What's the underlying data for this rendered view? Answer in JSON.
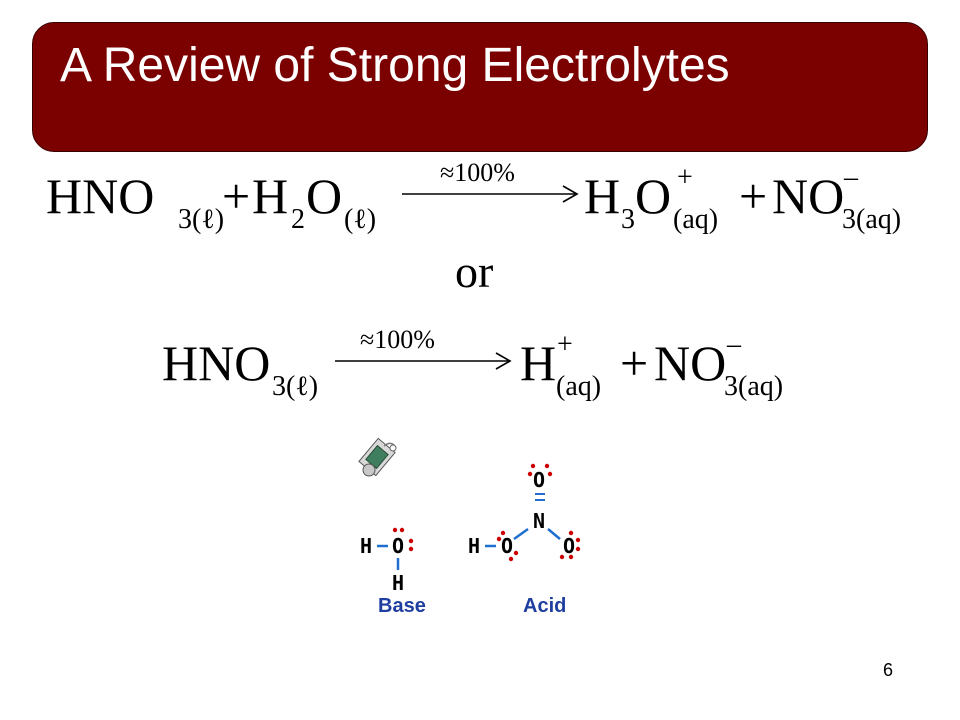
{
  "slide": {
    "title": "A Review of Strong Electrolytes",
    "page_number": "6",
    "colors": {
      "title_bg": "#7b0000",
      "title_text": "#ffffff",
      "lone_pair": "#cc0000",
      "bond_blue": "#1f6fd0"
    }
  },
  "equation1": {
    "reactant1": "HNO",
    "reactant1_sub": "3(ℓ)",
    "plus1": "+",
    "reactant2_a": "H",
    "reactant2_sub": "2",
    "reactant2_b": "O",
    "reactant2_state": "(ℓ)",
    "arrow_label": "≈100%",
    "product1_a": "H",
    "product1_sub": "3",
    "product1_b": "O",
    "product1_sup": "+",
    "product1_state": "(aq)",
    "plus2": "+",
    "product2": "NO",
    "product2_sup": "–",
    "product2_sub": "3(aq)"
  },
  "or_text": "or",
  "equation2": {
    "reactant": "HNO",
    "reactant_sub": "3(ℓ)",
    "arrow_label": "≈100%",
    "product1": "H",
    "product1_sup": "+",
    "product1_state": "(aq)",
    "plus": "+",
    "product2": "NO",
    "product2_sup": "–",
    "product2_sub": "3(aq)"
  },
  "molecules": {
    "base": {
      "atoms": [
        "H",
        "O",
        "H"
      ],
      "caption": "Base"
    },
    "acid": {
      "atoms": [
        "H",
        "O",
        "N",
        "O",
        "O"
      ],
      "caption": "Acid"
    }
  },
  "icons": {
    "media_icon": "satellite-dish-icon"
  }
}
